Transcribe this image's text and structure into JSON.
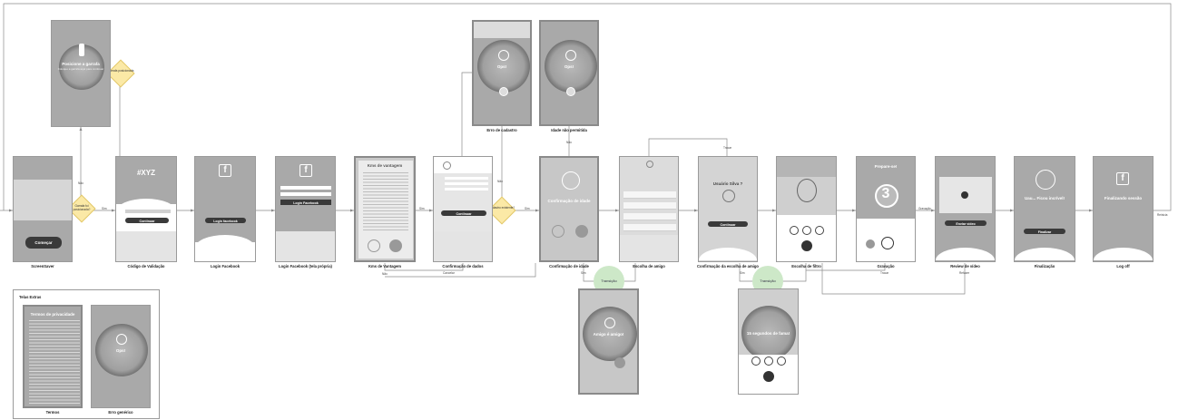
{
  "diagram": {
    "edges": {
      "nao": "Não",
      "sim": "Sim",
      "voltar": "Voltar",
      "cancelar": "Cancelar",
      "refazer": "Refazer",
      "reiniciar": "Reinicia",
      "trocar": "Trocar",
      "gravacao": "Gravação",
      "sim_low": "Sim"
    },
    "decisions": {
      "garrafa_posicionada_top": "Garrafa posicionada",
      "garrafa_posicionada": "Garrafa foi posicionada?",
      "cadastro_existente": "Cadastro existente?"
    },
    "transitions": [
      "Transição",
      "Transição"
    ],
    "captions": {
      "screensaver": "ScreenSaver",
      "codigo": "Código de Validação",
      "login_fb": "Login Facebook",
      "login_fb_tela": "Login Facebook (tela própria)",
      "kms": "Kms de Vantagem",
      "confirmacao_dados": "Confirmação de dados",
      "erro_cadastro": "Erro de cadastro",
      "idade_nao": "Idade não permitida",
      "confirmacao_idade": "Confirmação de idade",
      "escolha_amigo": "Escolha de amigo",
      "confirmacao_escolha": "Confirmação da escolha de amigo",
      "escolha_filtro": "Escolha de filtro",
      "gravacao": "Gravação",
      "review": "Review de vídeo",
      "finalizacao": "Finalização",
      "logoff": "Log off",
      "termos": "Termos",
      "erro_generico": "Erro genérico"
    },
    "screens": {
      "posicione": {
        "title": "Posicione a garrafa",
        "body": "Coloque a garrafa aqui para continuar"
      },
      "screensaver": {
        "button": "Começar"
      },
      "codigo": {
        "title": "#XYZ",
        "button": "Continuar"
      },
      "login_fb": {
        "button": "Login facebook"
      },
      "login_fb_tela": {
        "button": "Login Facebook"
      },
      "kms": {
        "title": "Kms de vantagem"
      },
      "confirmacao_dados": {
        "button": "Continuar"
      },
      "erro_cadastro": {
        "title": "Ops!"
      },
      "idade_nao": {
        "title": "Ops!"
      },
      "confirmacao_idade": {
        "title": "Confirmação de idade"
      },
      "confirmacao_escolha": {
        "name": "Usuário Silva ?",
        "button": "Continuar"
      },
      "gravacao": {
        "title": "Prepare-se!",
        "count": "3"
      },
      "review": {
        "button": "Enviar vídeo"
      },
      "finalizacao": {
        "title": "Uau... Ficou incrível!",
        "button": "Finalizar"
      },
      "logoff": {
        "title": "Finalizando sessão"
      },
      "amigo": {
        "title": "Amigo é amigo!"
      },
      "segundos": {
        "title": "15 segundos de fama!"
      },
      "termos": {
        "title": "Termos de privacidade"
      },
      "erro_generico": {
        "title": "Ops!"
      }
    },
    "extras_title": "Telas Extras"
  }
}
